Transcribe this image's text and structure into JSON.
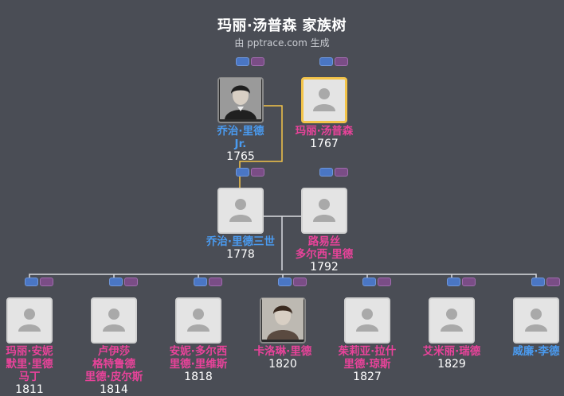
{
  "title": "玛丽·汤普森 家族树",
  "subtitle": "由 pptrace.com 生成",
  "colors": {
    "background": "#4a4d55",
    "male": "#4a9bf0",
    "female": "#e8439a",
    "selected_border": "#f3c44a",
    "marriage_line": "#f3c44a",
    "child_line": "#d9dbe0"
  },
  "people": [
    {
      "id": "p1",
      "name_lines": [
        "乔治·里德",
        "Jr."
      ],
      "year": "1765",
      "gender": "male",
      "icon": "portrait-photo"
    },
    {
      "id": "p2",
      "name_lines": [
        "玛丽·汤普森"
      ],
      "year": "1767",
      "gender": "female",
      "icon": "person-avatar",
      "selected": true
    },
    {
      "id": "p3",
      "name_lines": [
        "乔治·里德三世"
      ],
      "year": "1778",
      "gender": "male",
      "icon": "person-avatar"
    },
    {
      "id": "p4",
      "name_lines": [
        "路易丝",
        "多尔西·里德"
      ],
      "year": "1792",
      "gender": "female",
      "icon": "person-avatar"
    },
    {
      "id": "c1",
      "name_lines": [
        "玛丽·安妮",
        "默里·里德",
        "马丁"
      ],
      "year": "1811",
      "gender": "female",
      "icon": "person-avatar"
    },
    {
      "id": "c2",
      "name_lines": [
        "卢伊莎",
        "格特鲁德",
        "里德·皮尔斯"
      ],
      "year": "1814",
      "gender": "female",
      "icon": "person-avatar"
    },
    {
      "id": "c3",
      "name_lines": [
        "安妮·多尔西",
        "里德·里维斯"
      ],
      "year": "1818",
      "gender": "female",
      "icon": "person-avatar"
    },
    {
      "id": "c4",
      "name_lines": [
        "卡洛琳·里德"
      ],
      "year": "1820",
      "gender": "female",
      "icon": "portrait-photo"
    },
    {
      "id": "c5",
      "name_lines": [
        "茱莉亚·拉什",
        "里德·琼斯"
      ],
      "year": "1827",
      "gender": "female",
      "icon": "person-avatar"
    },
    {
      "id": "c6",
      "name_lines": [
        "艾米丽·瑞德"
      ],
      "year": "1829",
      "gender": "female",
      "icon": "person-avatar"
    },
    {
      "id": "c7",
      "name_lines": [
        "威廉·李德"
      ],
      "year": "",
      "gender": "male",
      "icon": "person-avatar"
    }
  ]
}
